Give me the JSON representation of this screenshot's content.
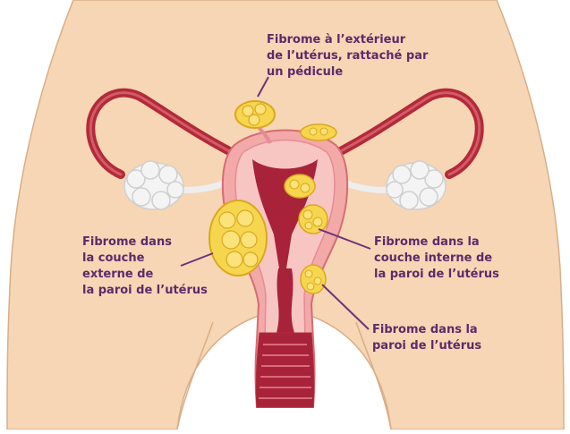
{
  "colors": {
    "background": "#ffffff",
    "skin": "#f6d6b4",
    "skin_edge": "#d8ae88",
    "tube": "#b22a3a",
    "uterus_outer": "#f3a9a8",
    "uterus_inner": "#a8223a",
    "ovary": "#f4f4f4",
    "fibroid": "#f6d64e",
    "fibroid_edge": "#d9a81f",
    "label": "#5c2a6a",
    "leader": "#6b3478"
  },
  "labels": {
    "pedunculated": "Fibrome à l’extérieur\nde l’utérus, rattaché par\nun pédicule",
    "subserosal": "Fibrome dans\nla couche\nexterne de\nla paroi de l’utérus",
    "submucosal": "Fibrome dans la\ncouche interne de\nla paroi de l’utérus",
    "intramural": "Fibrome dans la\nparoi de l’utérus"
  }
}
